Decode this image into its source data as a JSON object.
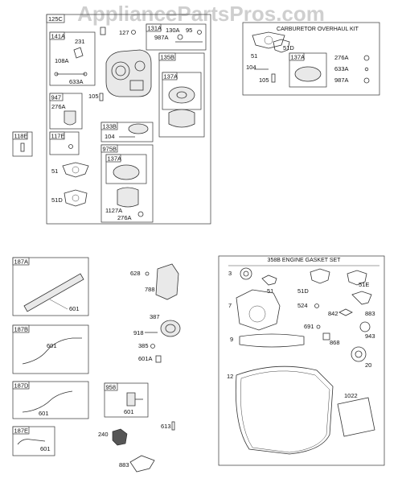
{
  "watermark": "AppliancePartsPros.com",
  "kits": {
    "carb_overhaul": "CARBURETOR OVERHAUL KIT",
    "gasket_set": "358B ENGINE GASKET SET"
  },
  "group_tags": [
    "125C",
    "141A",
    "131A",
    "135B",
    "137A",
    "947",
    "133B",
    "975B",
    "137A",
    "118E",
    "117E",
    "137A",
    "187A",
    "187B",
    "187D",
    "187E",
    "958"
  ],
  "labels": {
    "l231": "231",
    "l108A": "108A",
    "l633A": "633A",
    "l127": "127",
    "l130A": "130A",
    "l987A": "987A",
    "l95": "95",
    "l276A": "276A",
    "l105": "105",
    "l104": "104",
    "l51": "51",
    "l51D": "51D",
    "l1127A": "1127A",
    "l276A_b": "276A",
    "k51": "51",
    "k51D": "51D",
    "k104": "104",
    "k105": "105",
    "k276A": "276A",
    "k633A": "633A",
    "k987A": "987A",
    "p601a": "601",
    "p601b": "601",
    "p601c": "601",
    "p601d": "601",
    "p628": "628",
    "p788": "788",
    "p387": "387",
    "p918": "918",
    "p385": "385",
    "p601A": "601A",
    "p601e": "601",
    "p613": "613",
    "p240": "240",
    "p883": "883",
    "g3": "3",
    "g51": "51",
    "g51D": "51D",
    "g51E": "51E",
    "g7": "7",
    "g524": "524",
    "g842": "842",
    "g883": "883",
    "g691": "691",
    "g868": "868",
    "g943": "943",
    "g9": "9",
    "g20": "20",
    "g12": "12",
    "g1022": "1022"
  }
}
